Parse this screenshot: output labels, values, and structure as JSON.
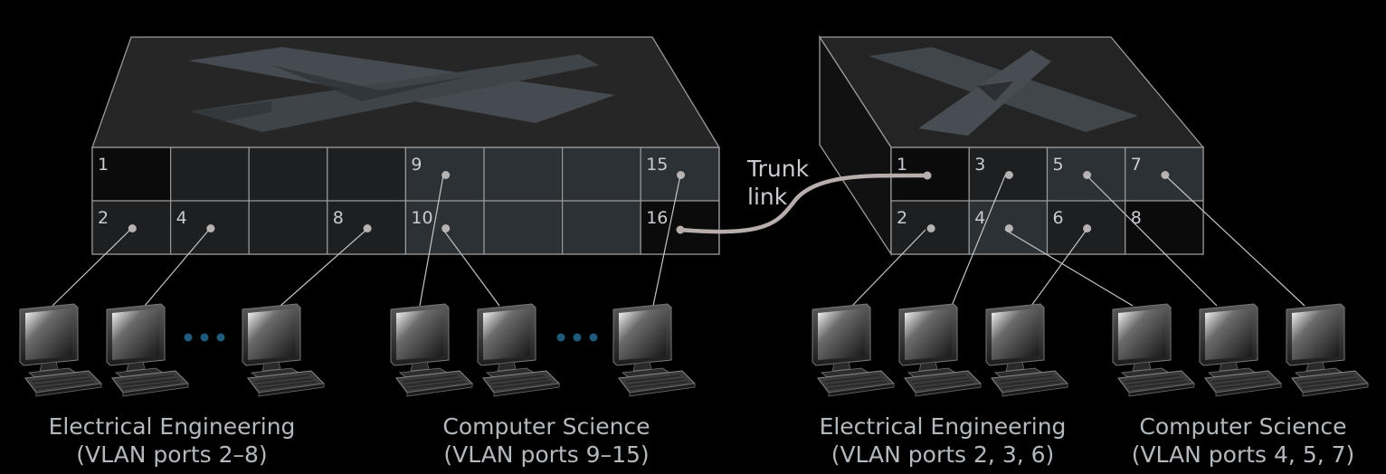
{
  "trunk_label": [
    "Trunk",
    "link"
  ],
  "groups": [
    {
      "title": "Electrical Engineering",
      "subtitle": "(VLAN ports 2–8)"
    },
    {
      "title": "Computer Science",
      "subtitle": "(VLAN ports 9–15)"
    },
    {
      "title": "Electrical Engineering",
      "subtitle": "(VLAN ports 2, 3, 6)"
    },
    {
      "title": "Computer Science",
      "subtitle": "(VLAN ports 4, 5, 7)"
    }
  ],
  "left_switch": {
    "top_row": [
      "1",
      "",
      "",
      "",
      "9",
      "",
      "",
      "15"
    ],
    "bottom_row": [
      "2",
      "4",
      "",
      "8",
      "10",
      "",
      "",
      "16"
    ]
  },
  "right_switch": {
    "top_row": [
      "1",
      "3",
      "5",
      "7"
    ],
    "bottom_row": [
      "2",
      "4",
      "6",
      "8"
    ]
  },
  "colors": {
    "background": "#000000",
    "switch_top": "#252525",
    "port_black": "#0b0b0b",
    "port_ee": "#1e1f20",
    "port_cs": "#2c3135",
    "trunk_cable": "#b9aeae",
    "ellipsis": "#1f5a7a"
  },
  "icons": [
    "switch-icon",
    "computer-icon"
  ]
}
